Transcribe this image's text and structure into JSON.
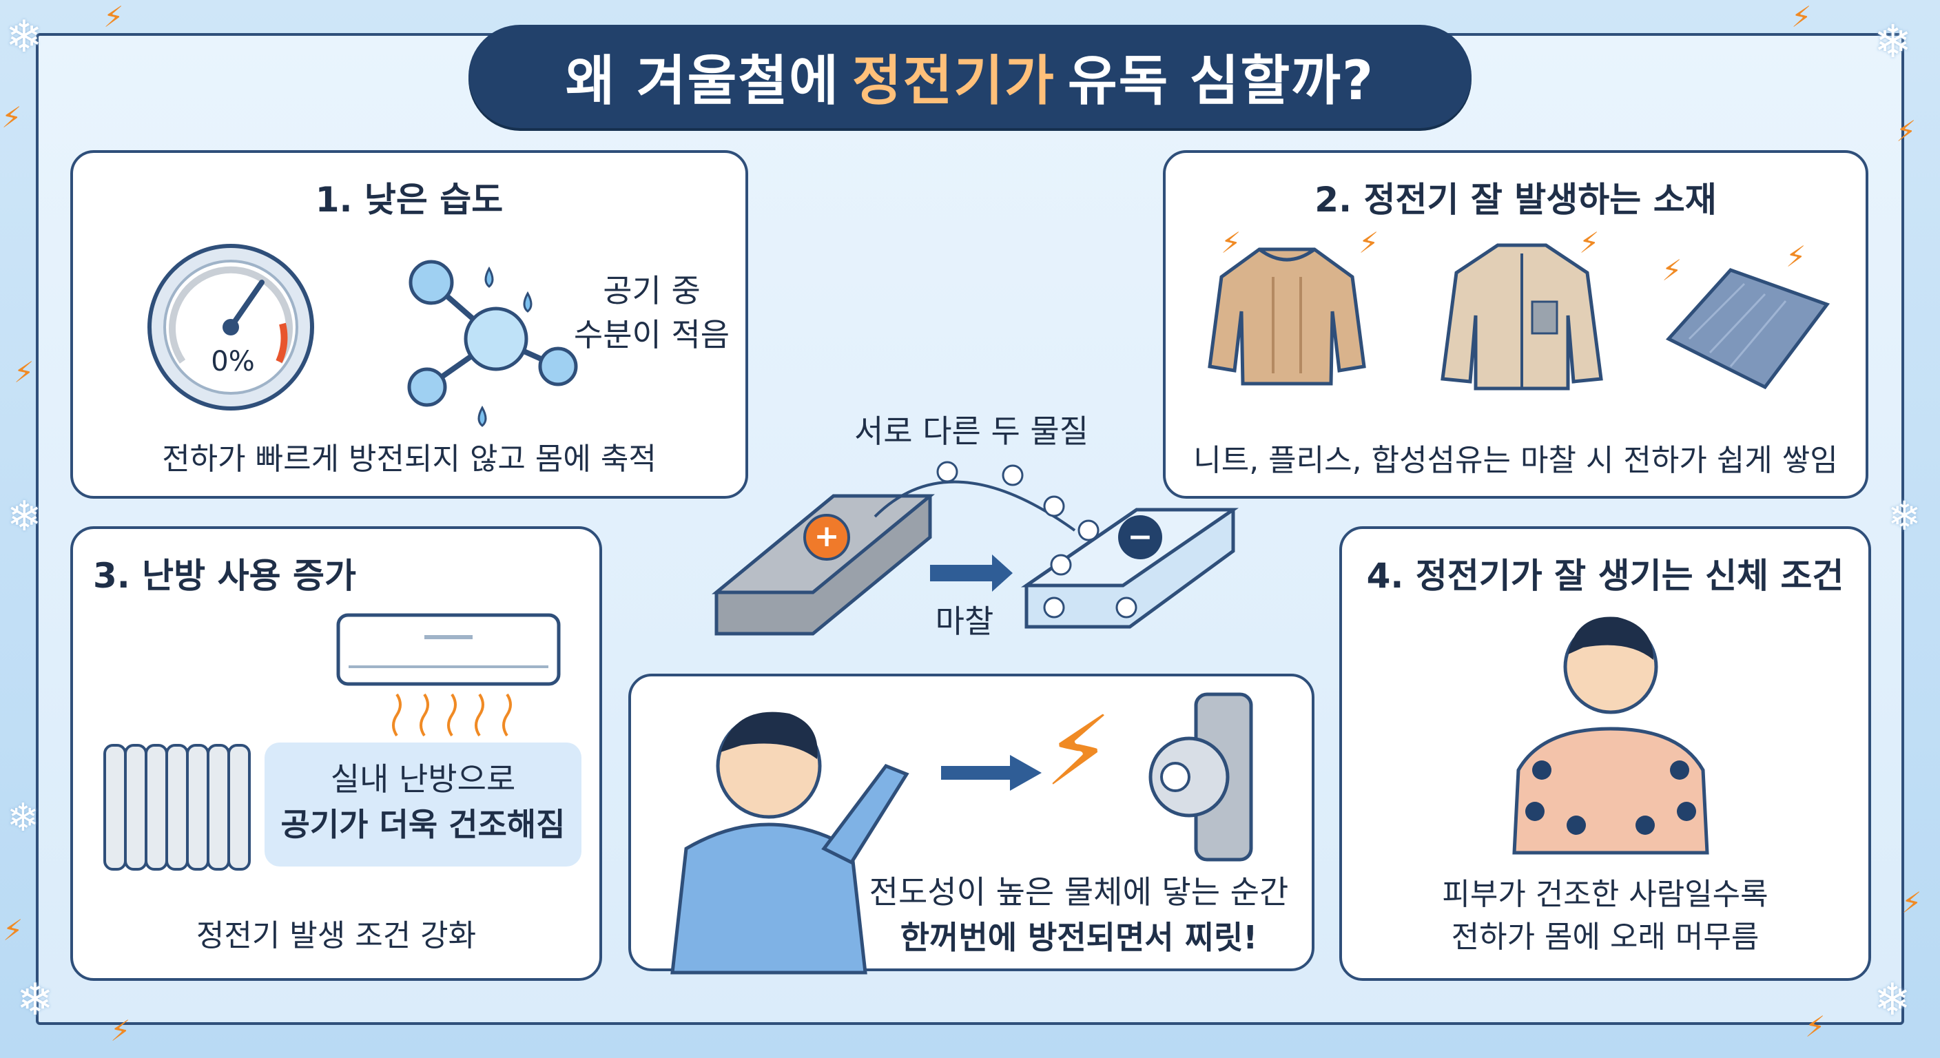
{
  "title": {
    "before": "왜 겨울철에",
    "highlight": "정전기가",
    "after": "유독 심할까?"
  },
  "card1": {
    "title": "1. 낮은 습도",
    "gauge_value": "0%",
    "air_text_line1": "공기 중",
    "air_text_line2": "수분이 적음",
    "caption": "전하가 빠르게 방전되지 않고 몸에 축적"
  },
  "card2": {
    "title": "2. 정전기 잘 발생하는 소재",
    "caption": "니트, 플리스, 합성섬유는 마찰 시 전하가 쉽게 쌓임"
  },
  "card3": {
    "title": "3. 난방 사용 증가",
    "bubble_line1": "실내 난방으로",
    "bubble_line2": "공기가 더욱 건조해짐",
    "caption": "정전기 발생 조건 강화"
  },
  "card4": {
    "title": "4. 정전기가 잘 생기는 신체 조건",
    "caption_line1": "피부가 건조한 사람일수록",
    "caption_line2": "전하가 몸에 오래 머무름"
  },
  "center": {
    "materials_label": "서로 다른 두 물질",
    "friction_label": "마찰"
  },
  "discharge": {
    "line1": "전도성이 높은 물체에 닿는 순간",
    "line2": "한꺼번에 방전되면서 찌릿!"
  },
  "colors": {
    "navy": "#22416b",
    "accent": "#ffc07a",
    "bolt": "#f08a24",
    "background": "#cfe6f8"
  }
}
